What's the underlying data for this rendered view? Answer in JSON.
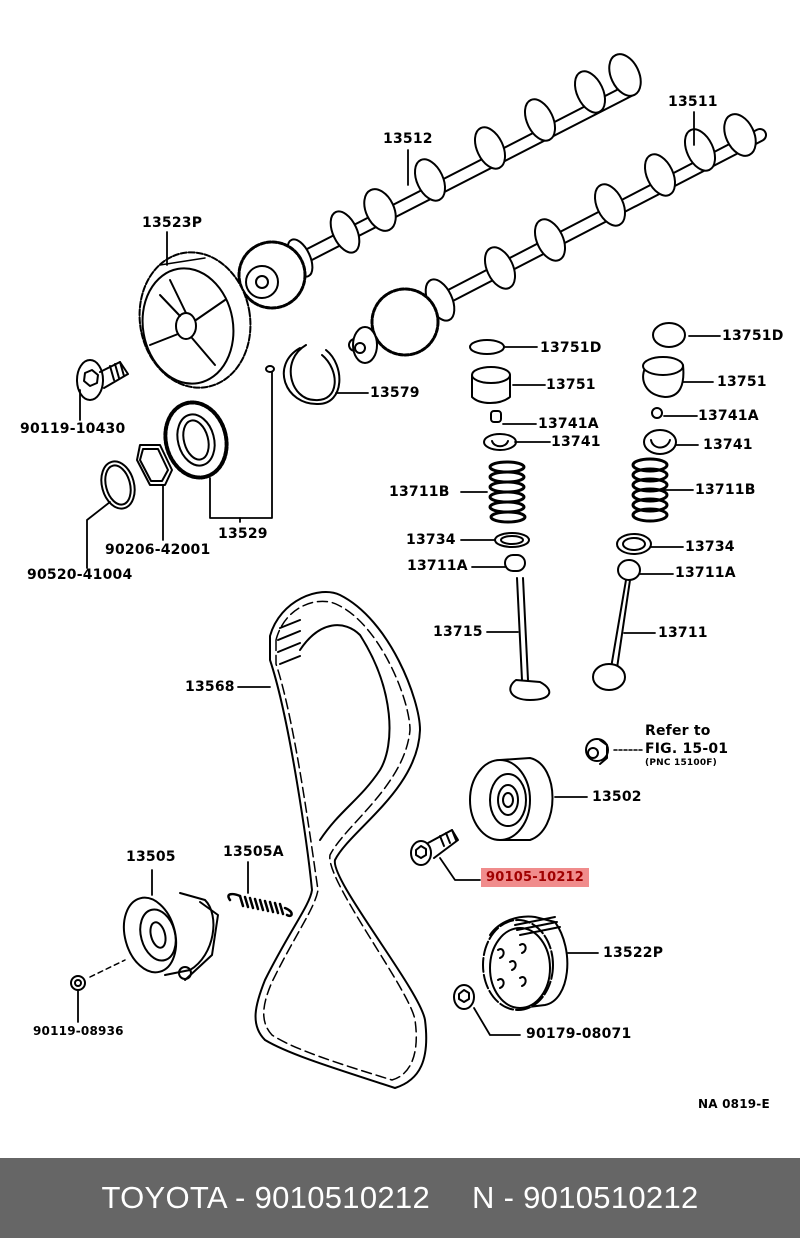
{
  "diagram": {
    "labels": {
      "camshaft_exhaust": "13512",
      "camshaft_intake": "13511",
      "cam_pulley": "13523P",
      "pulley_bolt": "90119-10430",
      "snap_ring": "13579",
      "gear_assy": "13529",
      "washer": "90206-42001",
      "ring": "90520-41004",
      "shim_left": "13751D",
      "lifter_left": "13751",
      "keeper_left": "13741A",
      "retainer_left": "13741",
      "spring_left": "13711B",
      "seat_left": "13734",
      "seal_left": "13711A",
      "valve_exhaust": "13715",
      "shim_right": "13751D",
      "lifter_right": "13751",
      "keeper_right": "13741A",
      "retainer_right": "13741",
      "spring_right": "13711B",
      "seat_right": "13734",
      "seal_right": "13711A",
      "valve_intake": "13711",
      "timing_belt": "13568",
      "refer_line1": "Refer to",
      "refer_line2": "FIG. 15-01",
      "refer_line3": "(PNC 15100F)",
      "idler_pulley": "13502",
      "highlighted_bolt": "90105-10212",
      "tensioner": "13505",
      "tensioner_spring": "13505A",
      "tensioner_nut": "90119-08936",
      "crank_pulley": "13522P",
      "crank_bolt": "90179-08071",
      "figure_code": "NA 0819-E"
    },
    "highlight_color": "#f08c8c",
    "highlight_text_color": "#a00000"
  },
  "footer": {
    "brand_part": "TOYOTA - 9010510212",
    "alt_part": "N - 9010510212",
    "background": "#666666"
  }
}
